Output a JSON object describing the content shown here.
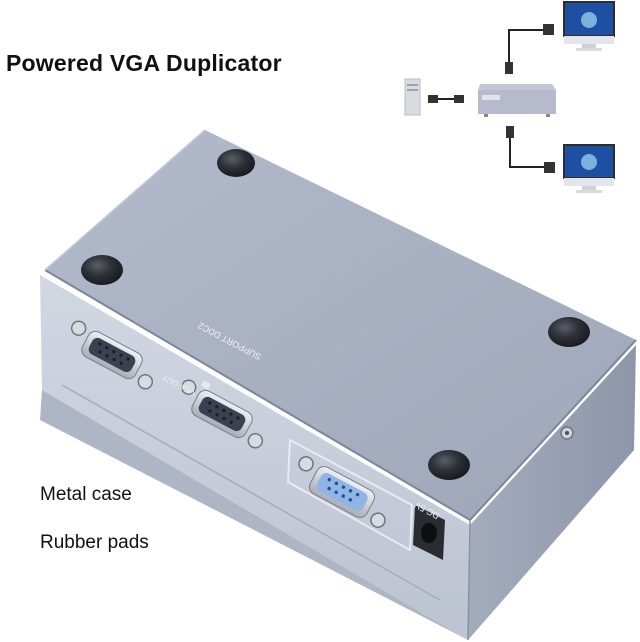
{
  "title": "Powered VGA Duplicator",
  "features": [
    "Metal case",
    "Rubber pads"
  ],
  "device": {
    "labels": {
      "support_ddc2": "SUPPORT DDC2",
      "vga_out": "VGA OUT",
      "dc_5v": "DC 5V"
    },
    "colors": {
      "top": "#a9b1c3",
      "front": "#c9cfdb",
      "side": "#9aa2b4",
      "pad": "#2a2d33",
      "port_blue": "#8fb4e6"
    }
  },
  "diagram": {
    "nodes": [
      "pc-tower",
      "vga-splitter",
      "monitor-top",
      "monitor-bottom"
    ]
  }
}
